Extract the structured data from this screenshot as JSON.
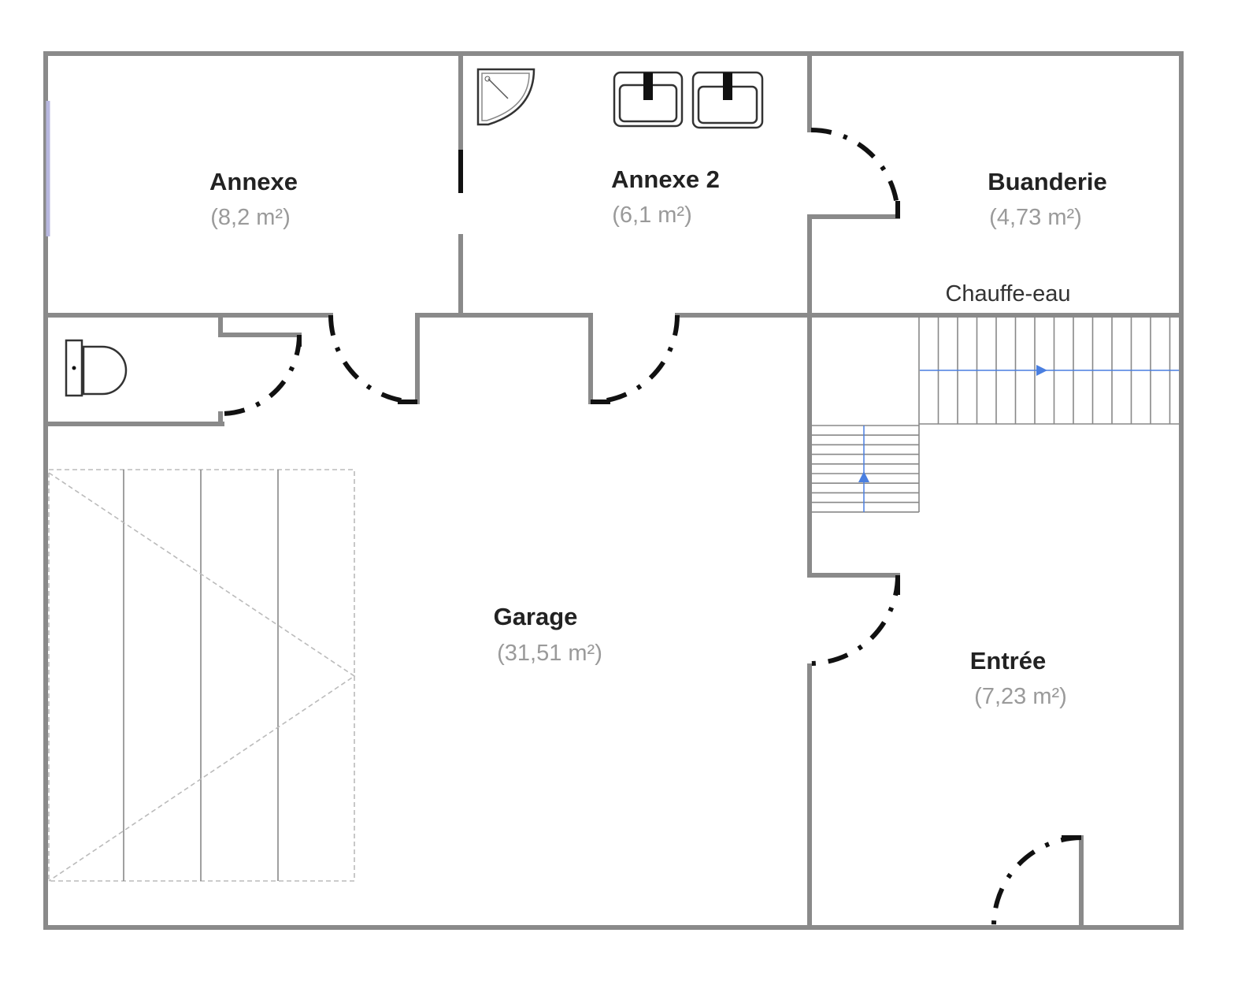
{
  "plan": {
    "rooms": [
      {
        "name": "Annexe",
        "area": "(8,2 m²)"
      },
      {
        "name": "Annexe 2",
        "area": "(6,1 m²)"
      },
      {
        "name": "Buanderie",
        "area": "(4,73 m²)"
      },
      {
        "name": "Garage",
        "area": "(31,51 m²)"
      },
      {
        "name": "Entrée",
        "area": "(7,23 m²)"
      }
    ],
    "labels": {
      "water_heater": "Chauffe-eau"
    },
    "colors": {
      "wall": "#8a8a8a",
      "door": "#111111",
      "stair_arrow": "#4a7fe0",
      "window": "#b8b8e0"
    }
  }
}
